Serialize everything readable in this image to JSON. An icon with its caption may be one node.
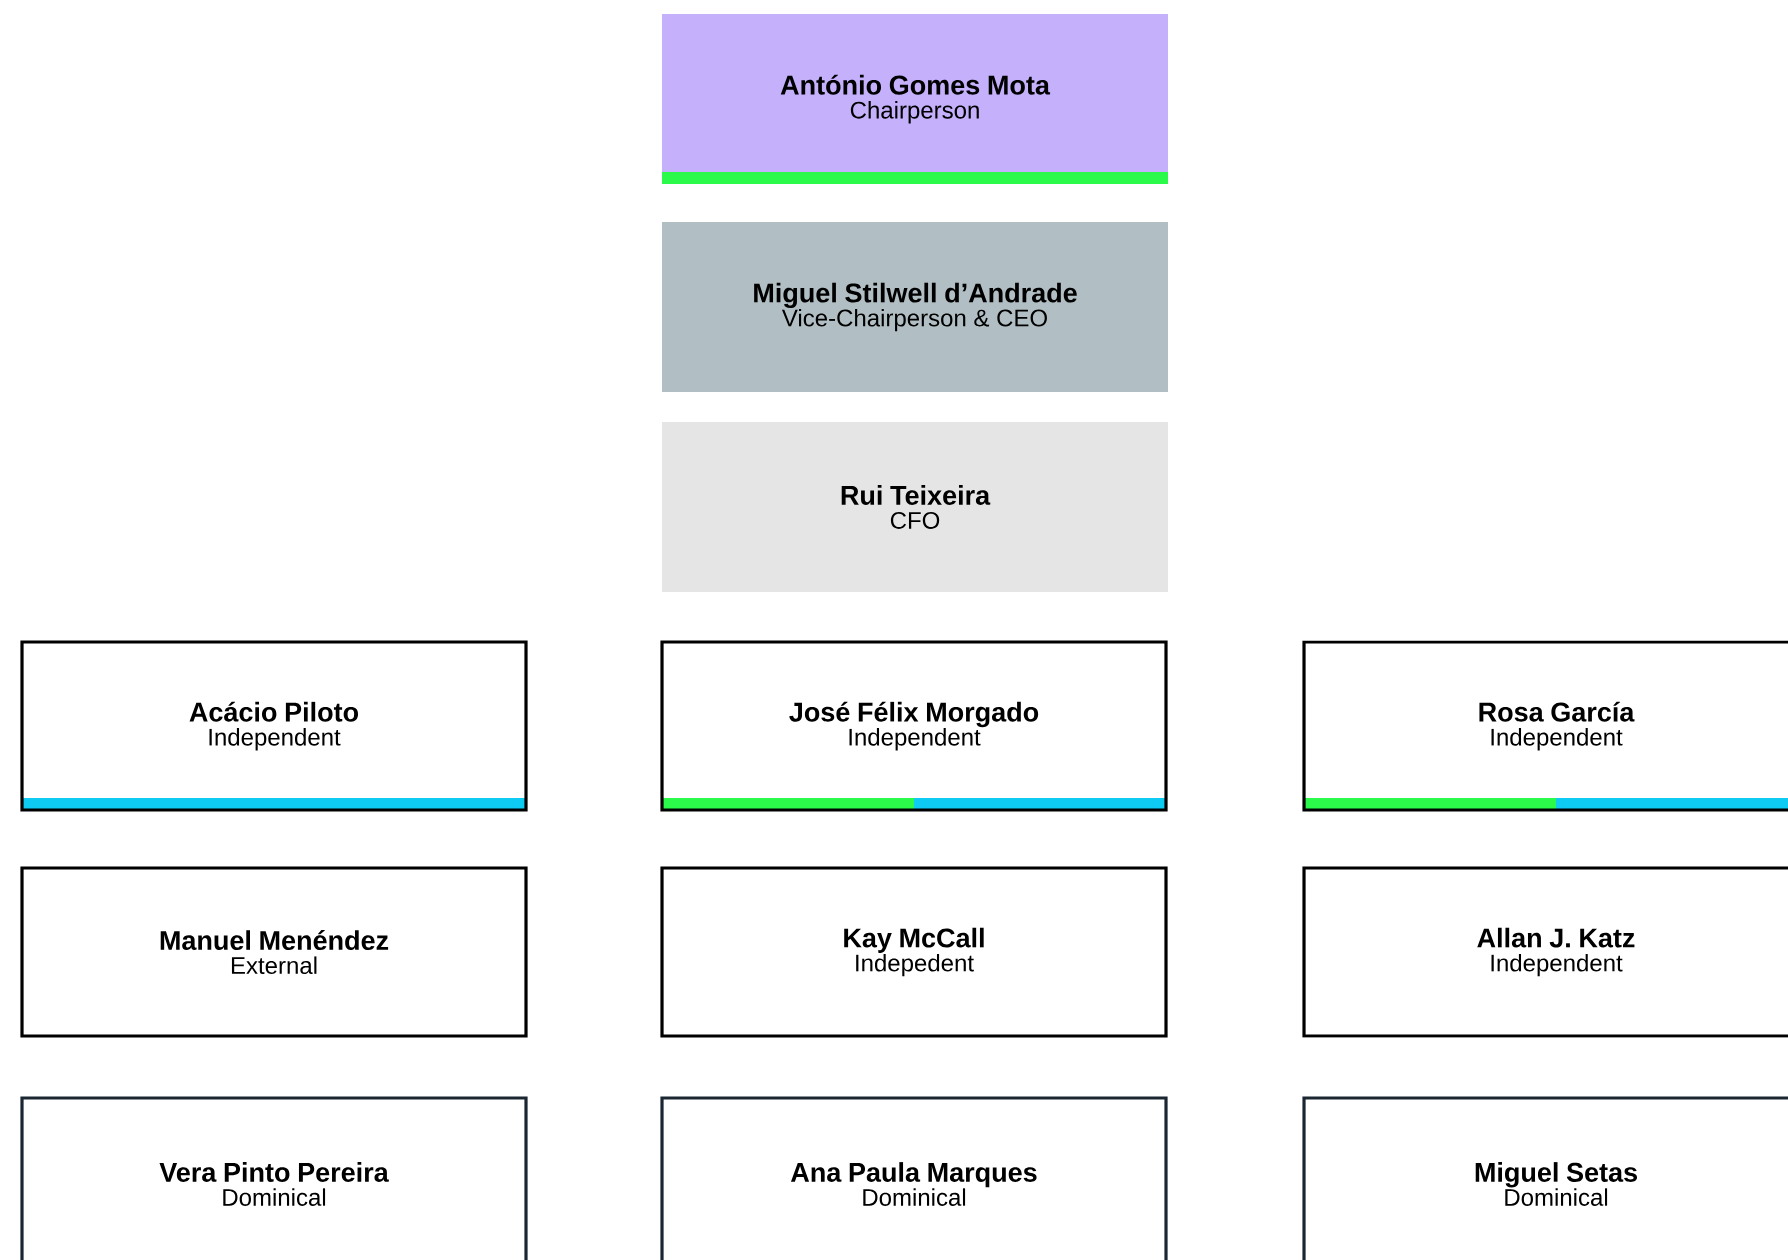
{
  "diagram": {
    "nodes": [
      {
        "text": [
          "António Gomes Mota",
          "Chairperson"
        ]
      },
      {
        "text": [
          "Miguel Stilwell d’Andrade",
          "Vice-Chairperson & CEO"
        ]
      },
      {
        "text": [
          "Rui Teixeira",
          "CFO"
        ]
      },
      {
        "text": [
          "Acácio Piloto",
          "Independent"
        ]
      },
      {
        "text": [
          "José Félix Morgado",
          "Independent"
        ]
      },
      {
        "text": [
          "Rosa García",
          "Independent"
        ]
      },
      {
        "text": [
          "Manuel Menéndez",
          "External"
        ]
      },
      {
        "text": [
          "Kay McCall",
          "Indepedent"
        ]
      },
      {
        "text": [
          "Allan J. Katz",
          "Independent"
        ]
      },
      {
        "text": [
          "Vera Pinto Pereira",
          "Dominical"
        ]
      },
      {
        "text": [
          "Ana Paula Marques",
          "Dominical"
        ]
      },
      {
        "text": [
          "Miguel Setas",
          "Dominical"
        ]
      }
    ],
    "edges": []
  }
}
